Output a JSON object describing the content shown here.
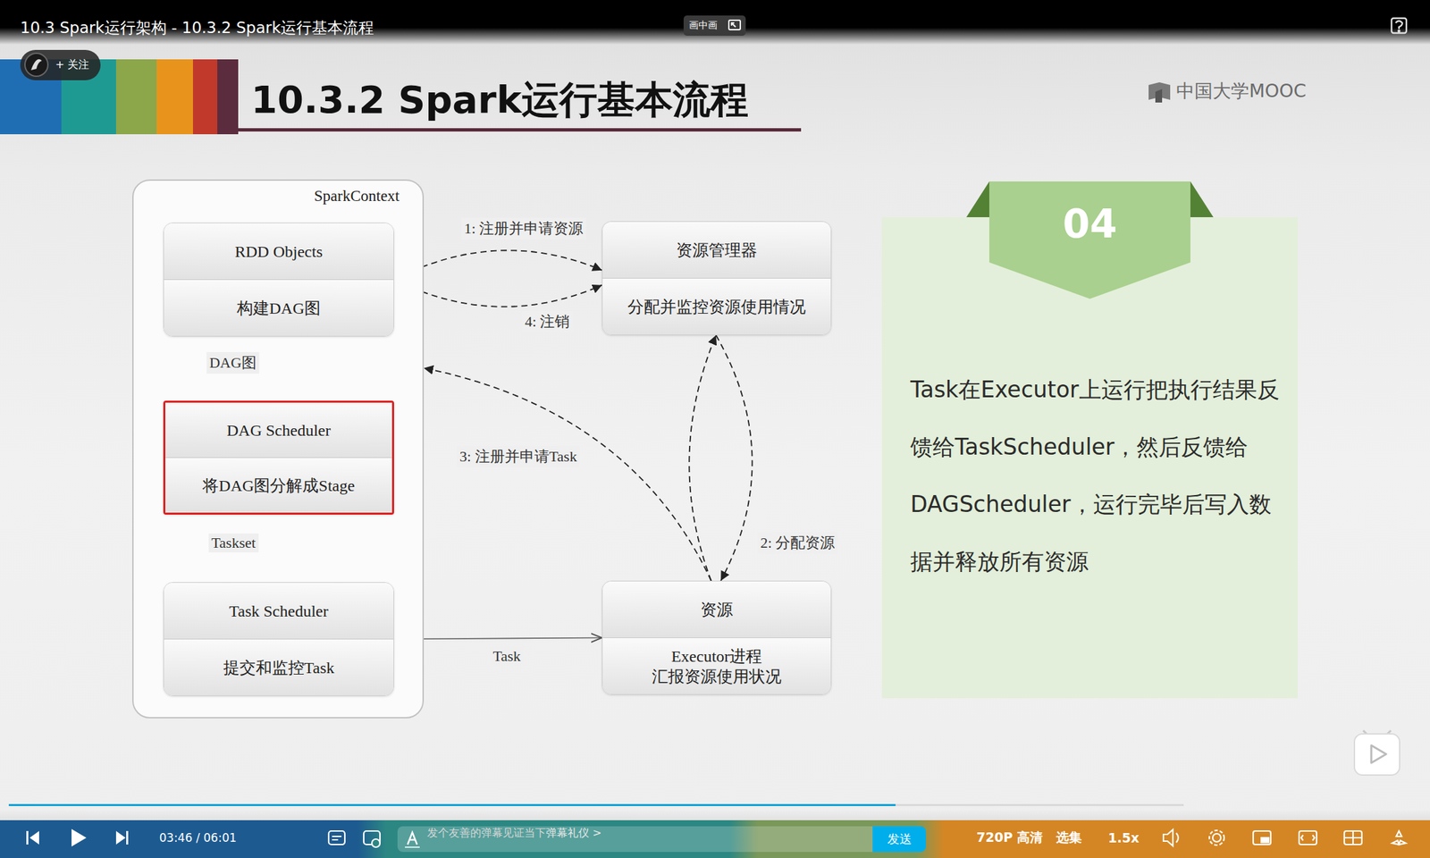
{
  "diagram": {
    "title": "10.3.2 Spark运行基本流程",
    "nodes": [
      {
        "text": [
          "SparkContext"
        ]
      },
      {
        "text": [
          "RDD Objects",
          "构建DAG图"
        ],
        "in": 0
      },
      {
        "text": [
          "DAG Scheduler",
          "将DAG图分解成Stage"
        ],
        "in": 0
      },
      {
        "text": [
          "Task Scheduler",
          "提交和监控Task"
        ],
        "in": 0
      },
      {
        "text": [
          "资源管理器",
          "分配并监控资源使用情况"
        ]
      },
      {
        "text": [
          "资源",
          "Executor进程 汇报资源使用状况"
        ]
      },
      {
        "text": [
          "Task在Executor上运行把执行结果反馈给TaskScheduler，然后反馈给DAGScheduler，运行完毕后写入数据并释放所有资源"
        ]
      },
      {
        "text": [
          "04"
        ],
        "in": 6
      },
      {
        "text": [
          "+ 关注"
        ]
      },
      {
        "text": [
          "画中画"
        ]
      },
      {
        "text": [
          "发个友善的弹幕见证当下",
          "弹幕礼仪 >"
        ]
      },
      {
        "text": [
          "发送"
        ]
      }
    ],
    "edges": [
      {
        "from": 1,
        "to": 4,
        "label": "1: 注册并申请资源",
        "arrow": "to"
      },
      {
        "from": 1,
        "to": 4,
        "label": "4: 注销",
        "arrow": "to"
      },
      {
        "from": 1,
        "to": 2,
        "label": "DAG图",
        "arrow": "to"
      },
      {
        "from": 2,
        "to": 3,
        "label": "Taskset",
        "arrow": "to"
      },
      {
        "from": 3,
        "to": 5,
        "label": "Task",
        "arrow": "to"
      },
      {
        "from": 5,
        "to": 0,
        "label": "3: 注册并申请Task",
        "arrow": "to"
      },
      {
        "from": 4,
        "to": 5,
        "label": "2: 分配资源",
        "arrow": "to"
      },
      {
        "from": 5,
        "to": 4,
        "arrow": "to"
      }
    ],
    "labels": [
      "10.3 Spark运行架构 - 10.3.2 Spark运行基本流程",
      "中国大学MOOC",
      "03:46 / 06:01",
      "720P 高清",
      "选集",
      "1.5x"
    ]
  }
}
